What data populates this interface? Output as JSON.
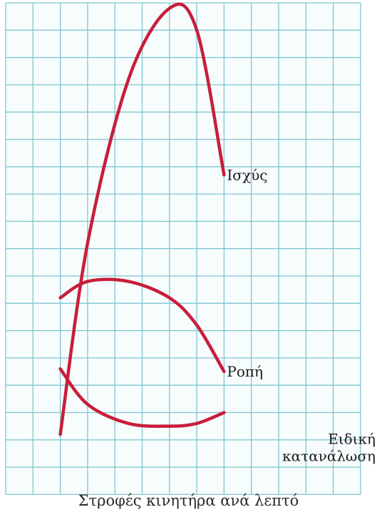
{
  "chart_data": {
    "type": "line",
    "title": "",
    "xlabel": "Στροφές κινητήρα ανά λεπτό",
    "ylabel": "",
    "grid": true,
    "colors": {
      "grid": "#7fc6cf",
      "line": "#c81e3a",
      "background": "#f7fcfd"
    },
    "series": [
      {
        "name": "Ισχύς",
        "label_lines": [
          "Ισχύς"
        ],
        "points": [
          [
            2.0,
            2.2
          ],
          [
            3.0,
            9.2
          ],
          [
            4.5,
            15.2
          ],
          [
            6.0,
            17.8
          ],
          [
            7.0,
            17.0
          ],
          [
            8.0,
            11.7
          ]
        ]
      },
      {
        "name": "Ροπή",
        "label_lines": [
          "Ροπή"
        ],
        "points": [
          [
            2.0,
            7.2
          ],
          [
            3.0,
            7.8
          ],
          [
            4.5,
            7.8
          ],
          [
            6.0,
            7.2
          ],
          [
            7.0,
            6.2
          ],
          [
            8.0,
            4.5
          ]
        ]
      },
      {
        "name": "Ειδική κατανάλωση",
        "label_lines": [
          "Ειδική",
          "κατανάλωση"
        ],
        "points": [
          [
            2.0,
            4.6
          ],
          [
            3.0,
            3.3
          ],
          [
            4.5,
            2.6
          ],
          [
            6.0,
            2.5
          ],
          [
            7.0,
            2.6
          ],
          [
            8.0,
            3.0
          ]
        ]
      }
    ]
  }
}
